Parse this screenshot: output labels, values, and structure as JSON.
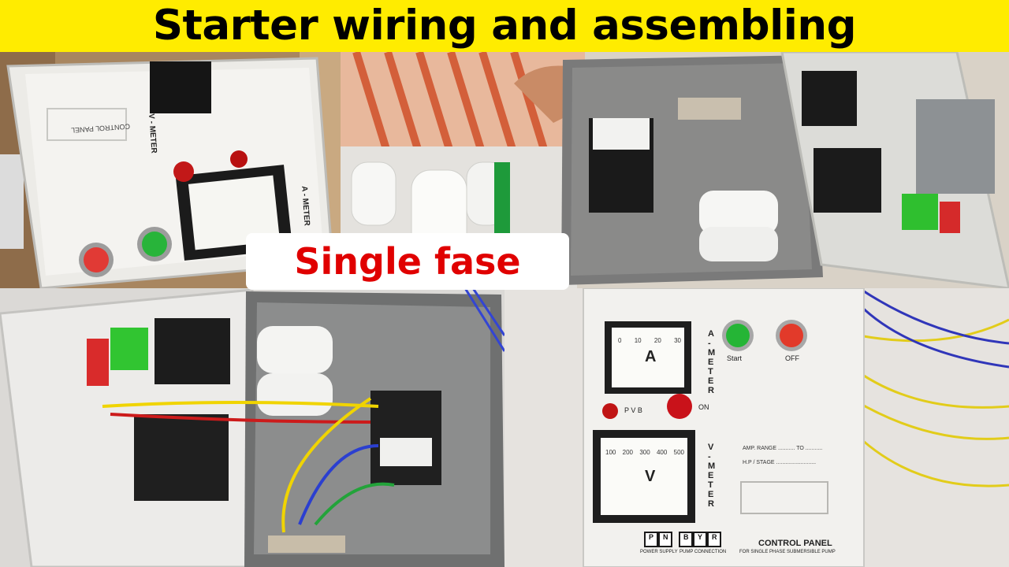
{
  "title": "Starter wiring and assembling",
  "caption": "Single fase",
  "colors": {
    "banner": "#ffec00",
    "title_text": "#000000",
    "caption_text": "#e00000",
    "caption_bg": "#ffffff"
  },
  "panel_labels": {
    "a_meter": "A - METER",
    "v_meter": "V - METER",
    "pvb": "P V B",
    "on": "ON",
    "start": "Start",
    "off": "OFF",
    "amp_range": "AMP. RANGE",
    "to": "TO",
    "hp_stage": "H.P / STAGE",
    "control_panel": "CONTROL PANEL",
    "subtitle": "FOR SINGLE PHASE SUBMERSIBLE PUMP",
    "power_supply": "POWER SUPPLY",
    "pump_connection": "PUMP CONNECTION",
    "terminals": [
      "P",
      "N",
      "B",
      "Y",
      "R"
    ],
    "ammeter_scale": [
      "0",
      "10",
      "20",
      "30"
    ],
    "ammeter_unit": "A",
    "voltmeter_scale": [
      "100",
      "200",
      "300",
      "400",
      "500"
    ],
    "voltmeter_unit": "V"
  }
}
